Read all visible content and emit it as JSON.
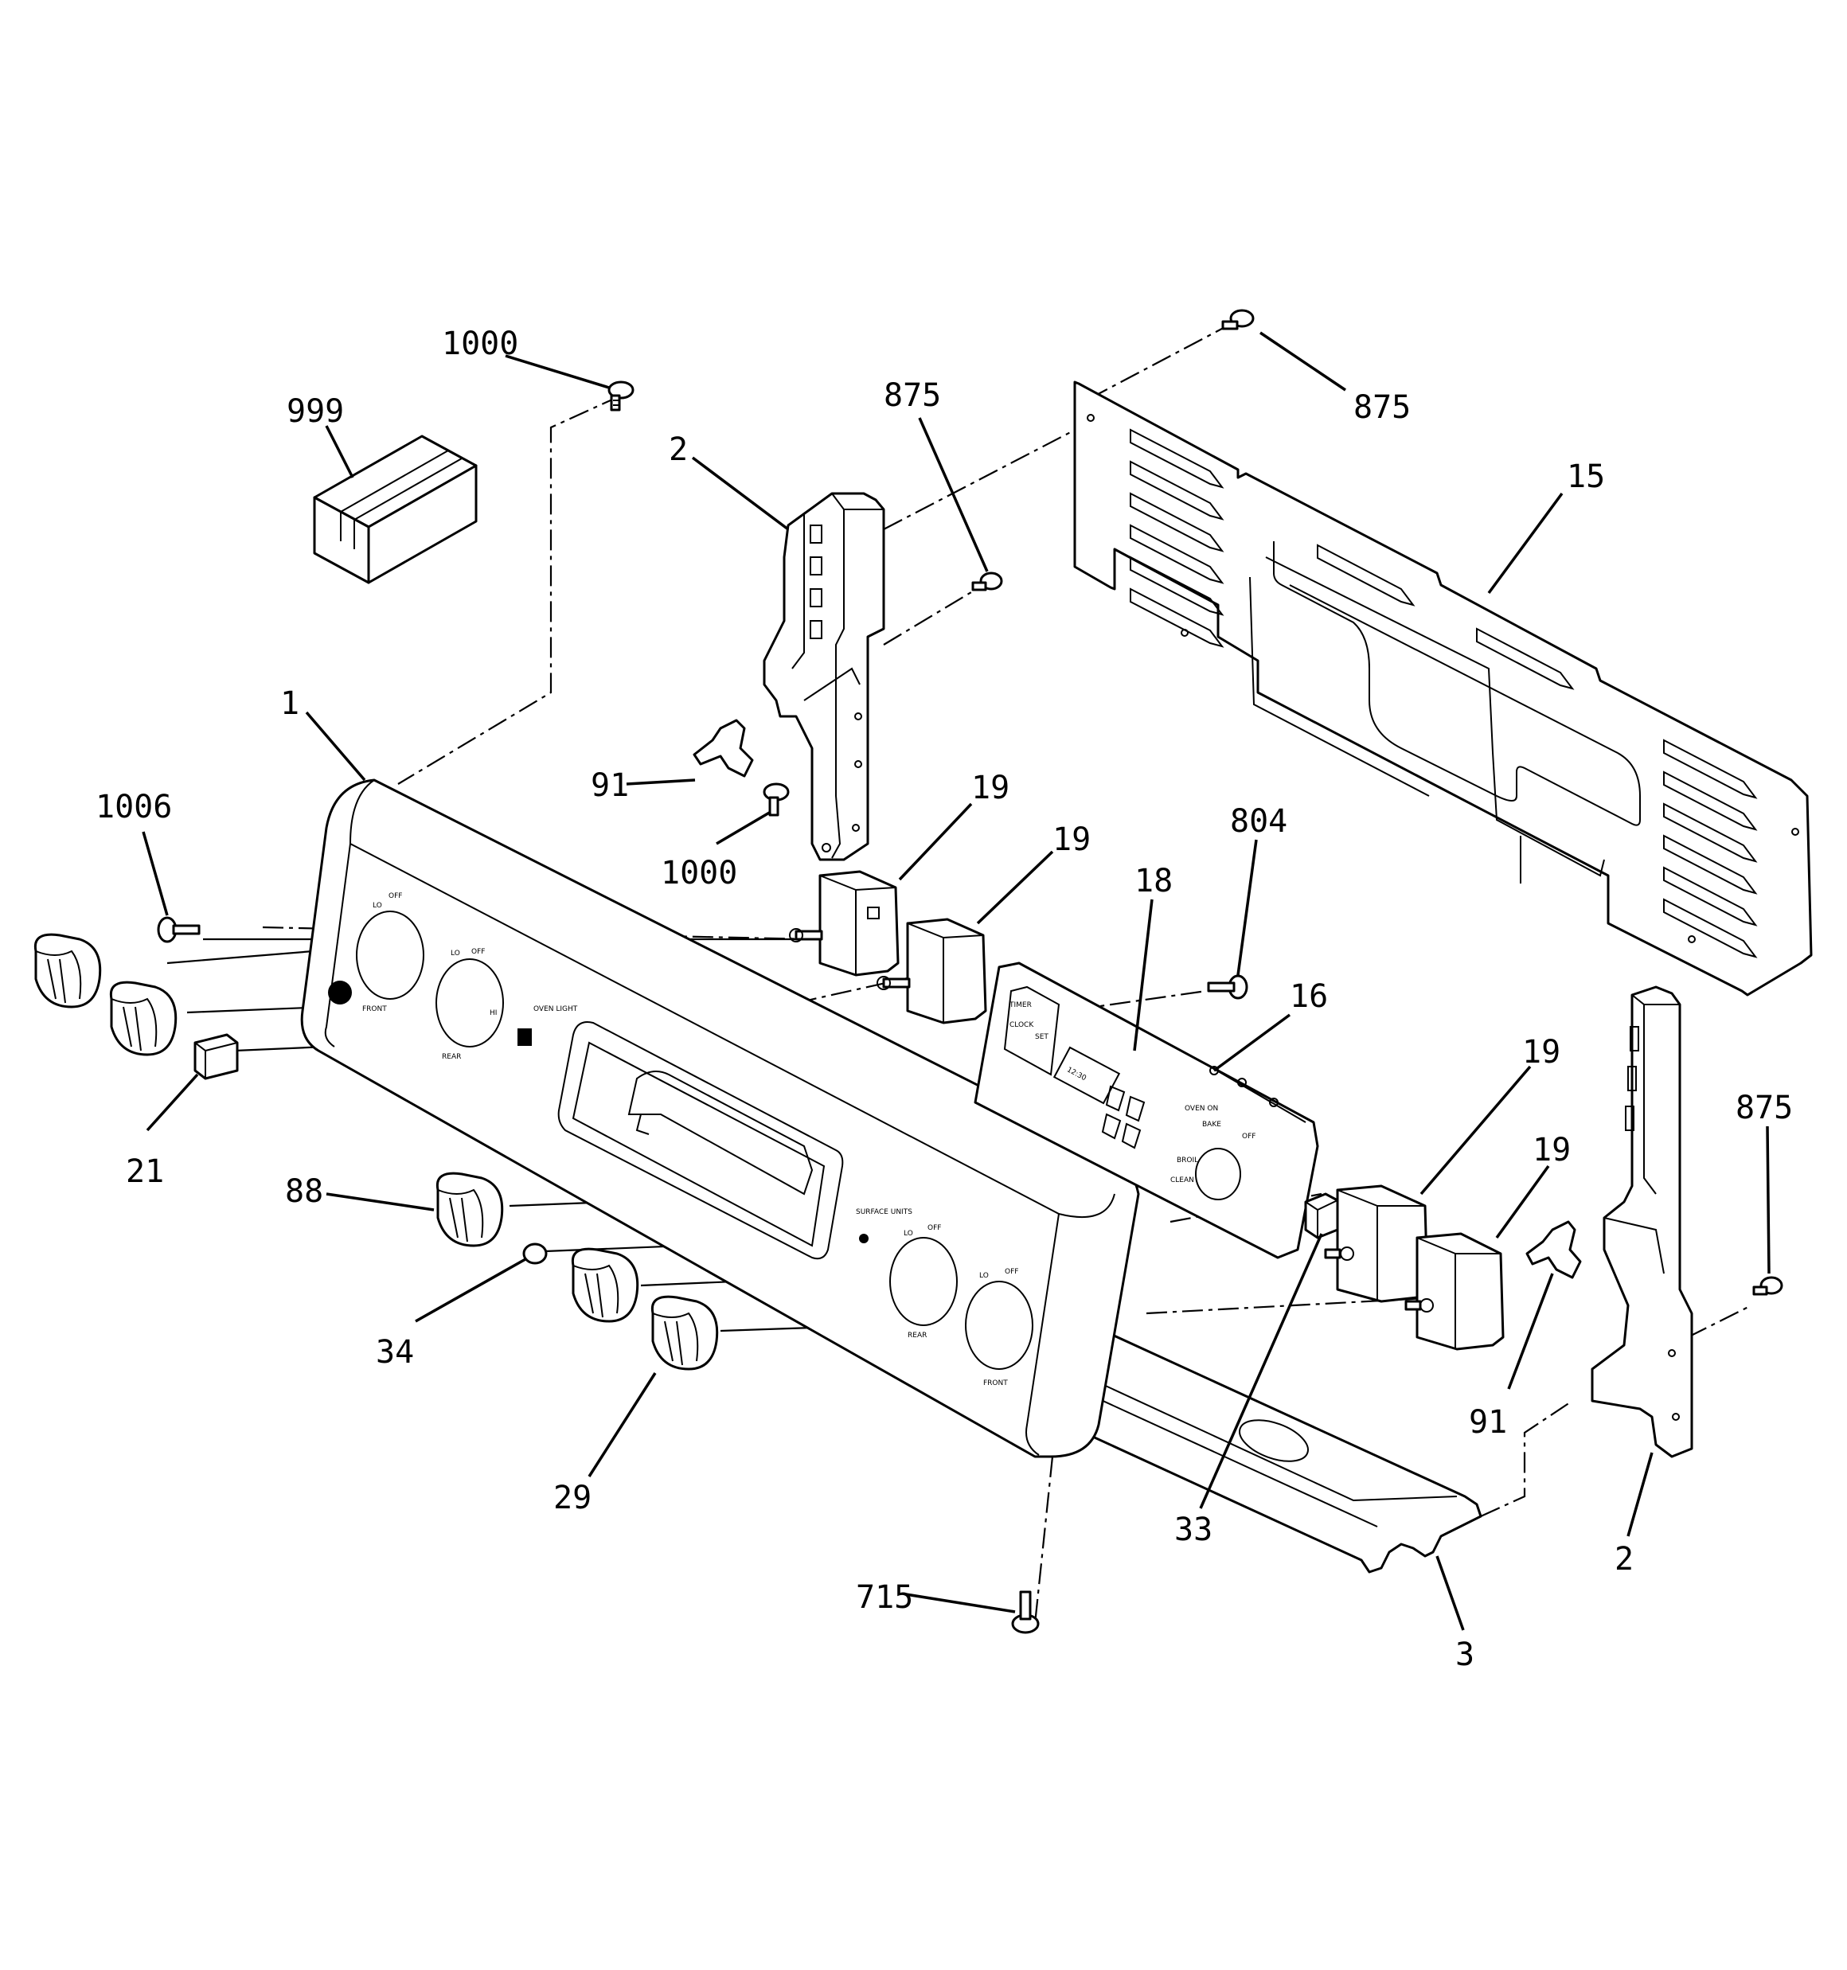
{
  "callouts": [
    {
      "id": "c-1000-top",
      "text": "1000"
    },
    {
      "id": "c-999",
      "text": "999"
    },
    {
      "id": "c-875-a",
      "text": "875"
    },
    {
      "id": "c-875-b",
      "text": "875"
    },
    {
      "id": "c-2-top",
      "text": "2"
    },
    {
      "id": "c-15",
      "text": "15"
    },
    {
      "id": "c-1",
      "text": "1"
    },
    {
      "id": "c-1006",
      "text": "1006"
    },
    {
      "id": "c-91-a",
      "text": "91"
    },
    {
      "id": "c-1000-mid",
      "text": "1000"
    },
    {
      "id": "c-19-a",
      "text": "19"
    },
    {
      "id": "c-19-b",
      "text": "19"
    },
    {
      "id": "c-804",
      "text": "804"
    },
    {
      "id": "c-18",
      "text": "18"
    },
    {
      "id": "c-16",
      "text": "16"
    },
    {
      "id": "c-19-c",
      "text": "19"
    },
    {
      "id": "c-19-d",
      "text": "19"
    },
    {
      "id": "c-875-c",
      "text": "875"
    },
    {
      "id": "c-21",
      "text": "21"
    },
    {
      "id": "c-88",
      "text": "88"
    },
    {
      "id": "c-34",
      "text": "34"
    },
    {
      "id": "c-91-b",
      "text": "91"
    },
    {
      "id": "c-29",
      "text": "29"
    },
    {
      "id": "c-33",
      "text": "33"
    },
    {
      "id": "c-2-bottom",
      "text": "2"
    },
    {
      "id": "c-715",
      "text": "715"
    },
    {
      "id": "c-3",
      "text": "3"
    }
  ],
  "panel_markings": {
    "lo": "LO",
    "off": "OFF",
    "hi": "HI",
    "front": "FRONT",
    "rear": "REAR",
    "surface_units": "SURFACE UNITS",
    "oven_light": "OVEN LIGHT",
    "clock_display": "12:30",
    "timer": "TIMER",
    "clock": "CLOCK",
    "set": "SET",
    "oven_on": "OVEN ON",
    "bake": "BAKE",
    "broil": "BROIL",
    "clean": "CLEAN"
  }
}
